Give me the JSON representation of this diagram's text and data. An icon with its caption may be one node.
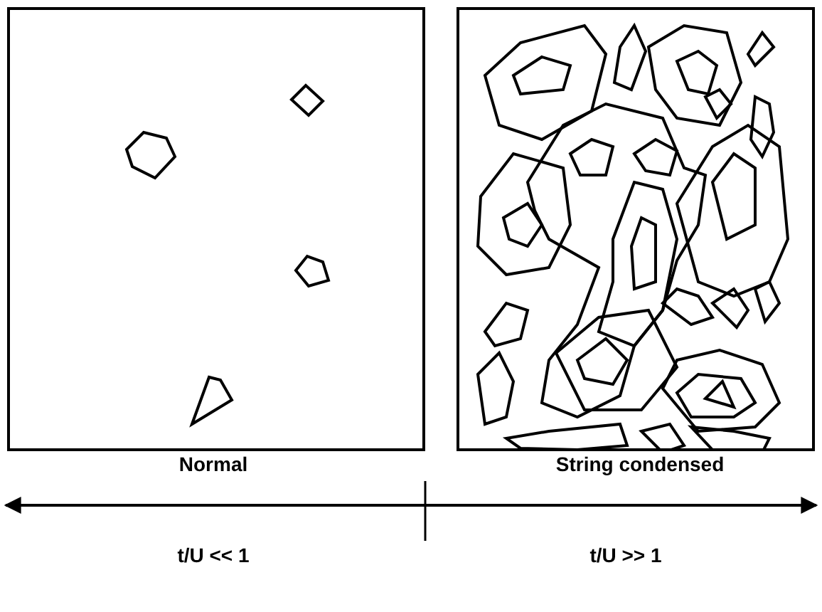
{
  "diagram": {
    "labels": [
      "Normal",
      "String condensed",
      "t/U << 1",
      "t/U >> 1"
    ]
  }
}
